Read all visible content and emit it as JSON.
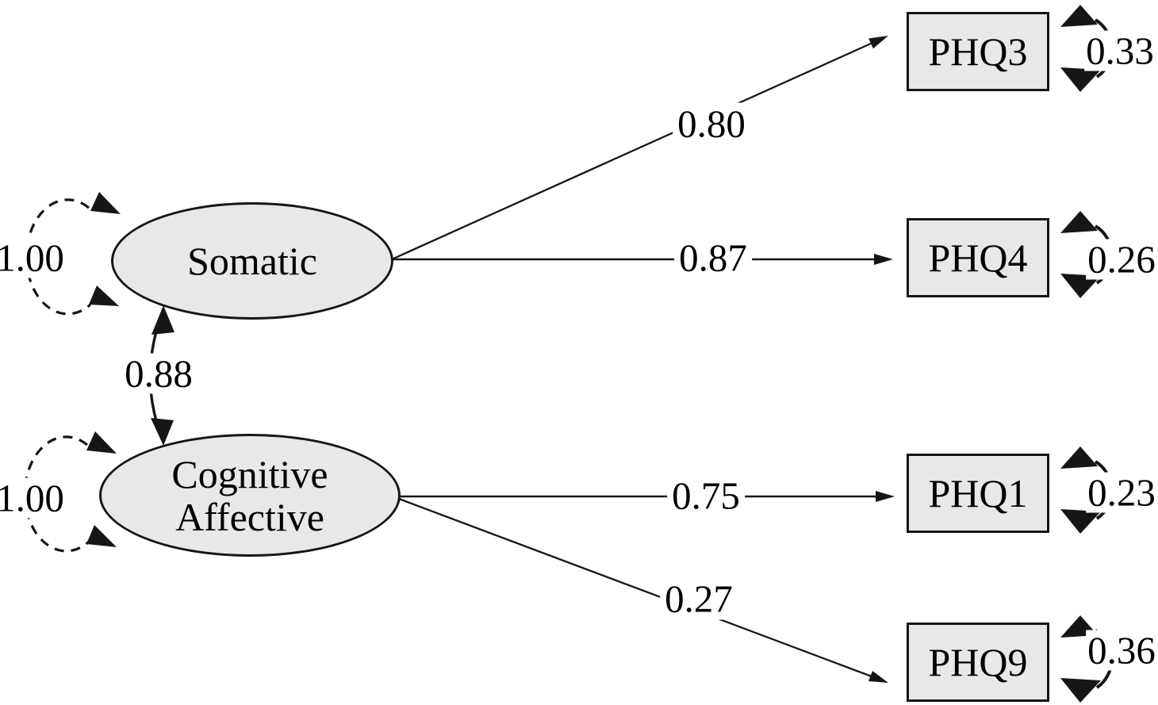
{
  "model": {
    "diagram_type": "confirmatory-factor-analysis-path-diagram",
    "node_fill": "#e8e8e8",
    "line_color": "#161616",
    "latent_factors": [
      {
        "name": "Somatic",
        "label": "Somatic",
        "variance": "1.00"
      },
      {
        "name": "Cognitive Affective",
        "label_line1": "Cognitive",
        "label_line2": "Affective",
        "variance": "1.00"
      }
    ],
    "observed_variables": [
      {
        "label": "PHQ3",
        "factor": "Somatic",
        "loading": "0.80",
        "error_variance": "0.33"
      },
      {
        "label": "PHQ4",
        "factor": "Somatic",
        "loading": "0.87",
        "error_variance": "0.26"
      },
      {
        "label": "PHQ1",
        "factor": "Cognitive Affective",
        "loading": "0.75",
        "error_variance": "0.23"
      },
      {
        "label": "PHQ9",
        "factor": "Cognitive Affective",
        "loading": "0.27",
        "error_variance": "0.36"
      }
    ],
    "covariance": {
      "between": "Somatic - Cognitive Affective",
      "value": "0.88"
    }
  }
}
